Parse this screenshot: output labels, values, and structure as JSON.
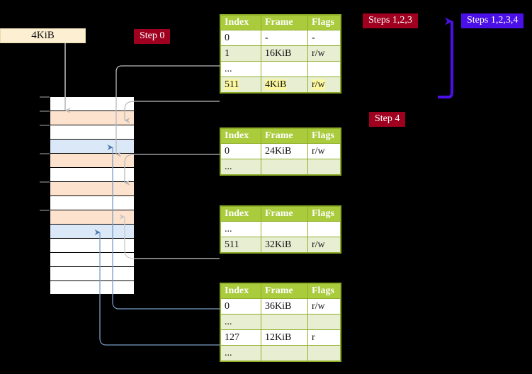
{
  "labels": {
    "kib_box": "4KiB",
    "step0": "Step 0",
    "steps123": "Steps 1,2,3",
    "steps1234": "Steps 1,2,3,4",
    "step4": "Step 4"
  },
  "colors": {
    "badge_red": "#a00020",
    "badge_blue": "#4b10e8",
    "table_header": "#a9cb3c",
    "table_alt_row": "#e8eed2",
    "highlight": "#fbf7a0",
    "mem_orange": "#fde3ce",
    "mem_blue": "#dbe8f8",
    "kib_box": "#fdefd2",
    "wire_gray": "#b5b5b5",
    "wire_blue": "#7a9cc6",
    "arrow_violet": "#4b10e8"
  },
  "page_tables": [
    {
      "name": "pml4-table",
      "columns": [
        "Index",
        "Frame",
        "Flags"
      ],
      "rows": [
        {
          "index": "0",
          "frame": "-",
          "flags": "-",
          "alt": false,
          "highlight": false
        },
        {
          "index": "1",
          "frame": "16KiB",
          "flags": "r/w",
          "alt": true,
          "highlight": false
        },
        {
          "index": "...",
          "frame": "",
          "flags": "",
          "alt": false,
          "highlight": false
        },
        {
          "index": "511",
          "frame": "4KiB",
          "flags": "r/w",
          "alt": true,
          "highlight": true
        }
      ]
    },
    {
      "name": "pdp-table",
      "columns": [
        "Index",
        "Frame",
        "Flags"
      ],
      "rows": [
        {
          "index": "0",
          "frame": "24KiB",
          "flags": "r/w",
          "alt": false,
          "highlight": false
        },
        {
          "index": "...",
          "frame": "",
          "flags": "",
          "alt": true,
          "highlight": false
        }
      ]
    },
    {
      "name": "pd-table",
      "columns": [
        "Index",
        "Frame",
        "Flags"
      ],
      "rows": [
        {
          "index": "...",
          "frame": "",
          "flags": "",
          "alt": false,
          "highlight": false
        },
        {
          "index": "511",
          "frame": "32KiB",
          "flags": "r/w",
          "alt": true,
          "highlight": false
        }
      ]
    },
    {
      "name": "pt-table",
      "columns": [
        "Index",
        "Frame",
        "Flags"
      ],
      "rows": [
        {
          "index": "0",
          "frame": "36KiB",
          "flags": "r/w",
          "alt": false,
          "highlight": false
        },
        {
          "index": "...",
          "frame": "",
          "flags": "",
          "alt": true,
          "highlight": false
        },
        {
          "index": "127",
          "frame": "12KiB",
          "flags": "r",
          "alt": false,
          "highlight": false
        },
        {
          "index": "...",
          "frame": "",
          "flags": "",
          "alt": true,
          "highlight": false
        }
      ]
    }
  ],
  "memory_rows": [
    {
      "fill": "white",
      "tick": true
    },
    {
      "fill": "orange",
      "tick": true
    },
    {
      "fill": "white",
      "tick": true
    },
    {
      "fill": "blue",
      "tick": false
    },
    {
      "fill": "orange",
      "tick": true
    },
    {
      "fill": "white",
      "tick": false
    },
    {
      "fill": "orange",
      "tick": true
    },
    {
      "fill": "white",
      "tick": false
    },
    {
      "fill": "orange",
      "tick": true
    },
    {
      "fill": "blue",
      "tick": false
    },
    {
      "fill": "white",
      "tick": false
    },
    {
      "fill": "white",
      "tick": false
    },
    {
      "fill": "white",
      "tick": false
    },
    {
      "fill": "white",
      "tick": false
    }
  ]
}
